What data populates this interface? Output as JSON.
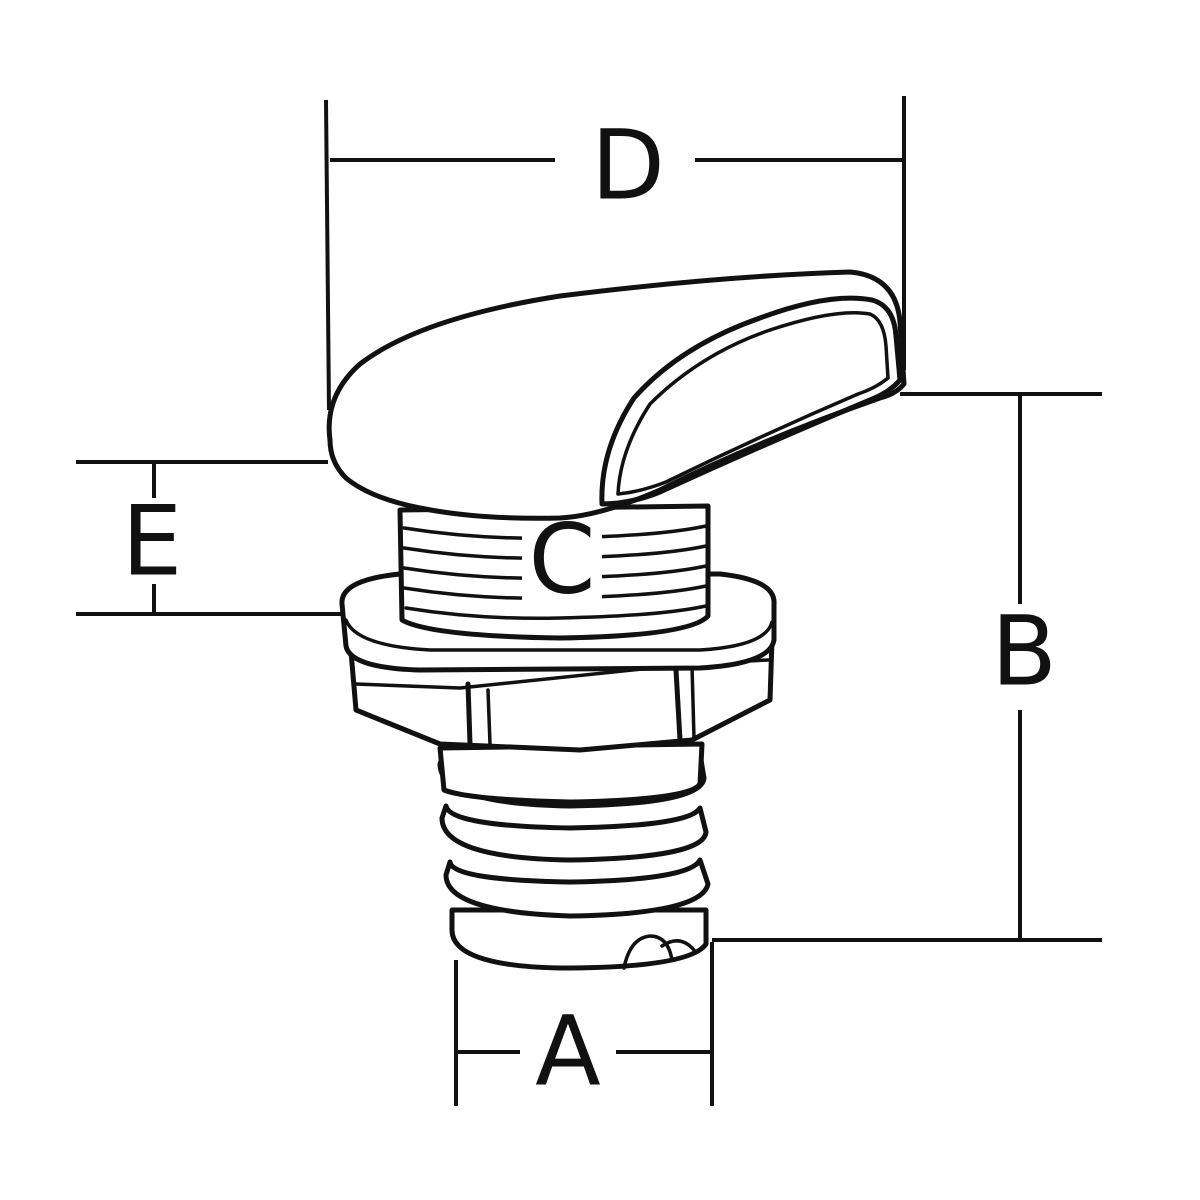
{
  "labels": {
    "D": "D",
    "E": "E",
    "C": "C",
    "B": "B",
    "A": "A"
  }
}
